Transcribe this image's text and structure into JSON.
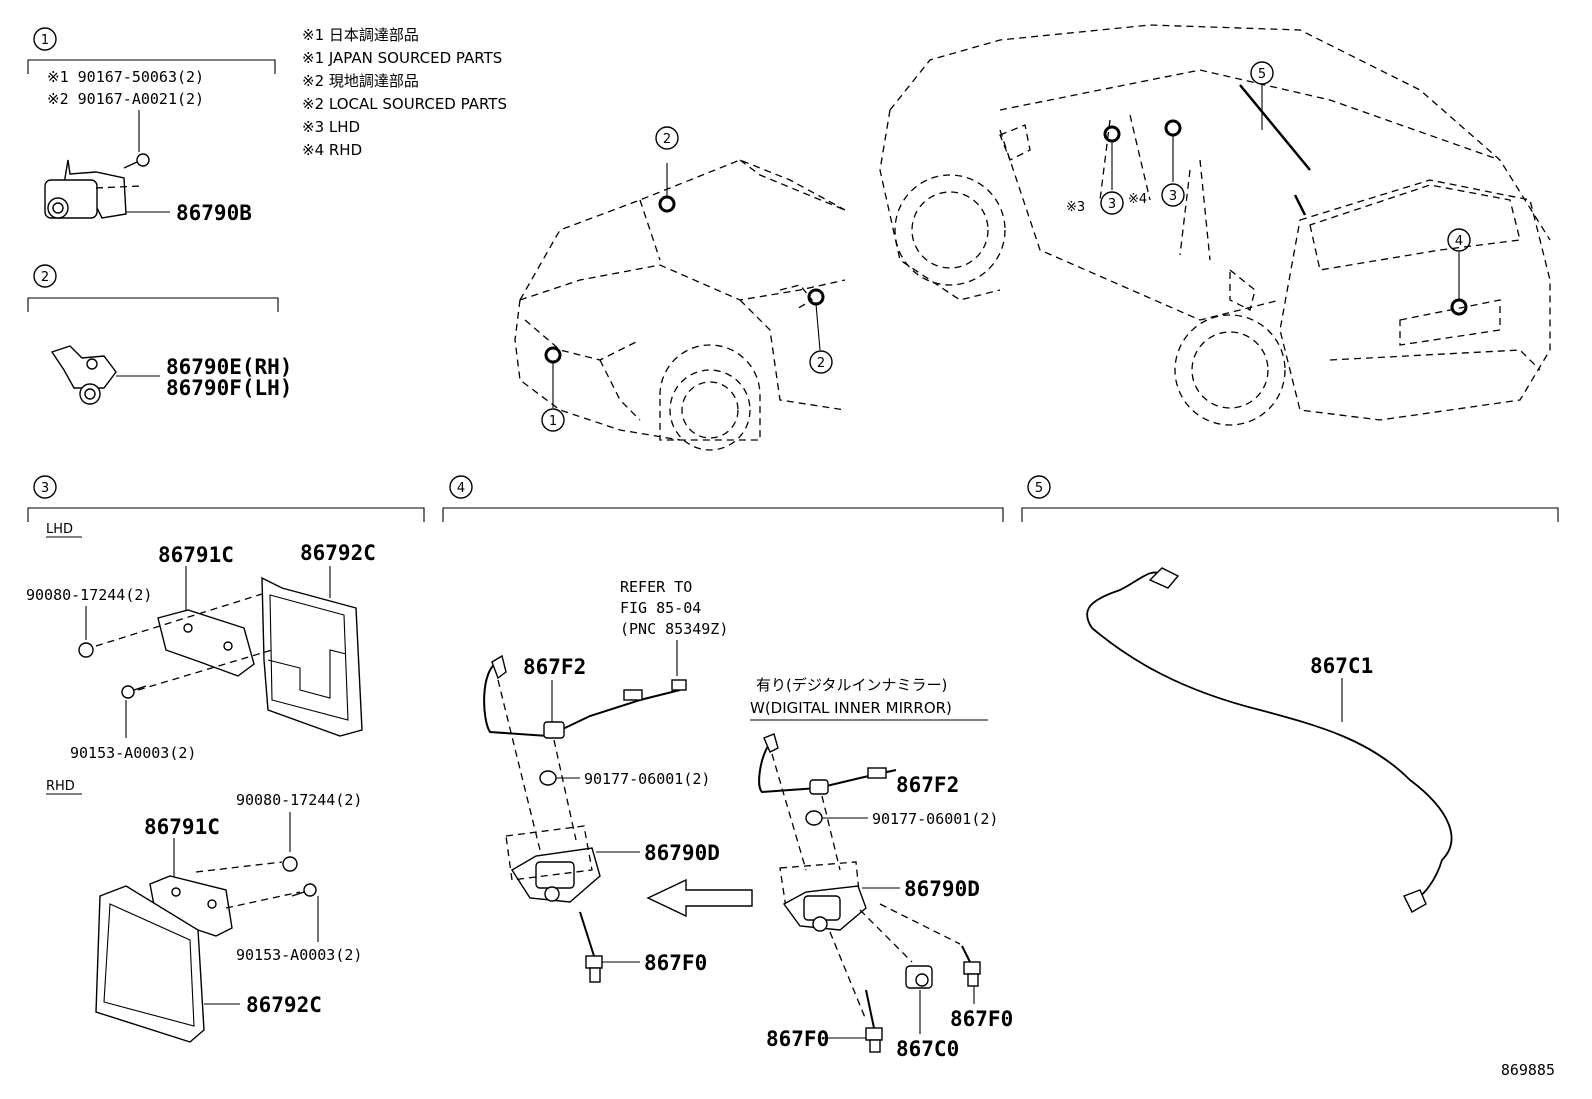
{
  "notes": [
    "※1 日本調達部品",
    "※1 JAPAN SOURCED PARTS",
    "※2 現地調達部品",
    "※2 LOCAL SOURCED PARTS",
    "※3 LHD",
    "※4 RHD"
  ],
  "callout_numbers": [
    "1",
    "2",
    "3",
    "4",
    "5"
  ],
  "note_marks": [
    "※3",
    "※4"
  ],
  "section1": {
    "bolt1": "※1 90167-50063(2)",
    "bolt2": "※2 90167-A0021(2)",
    "part": "86790B"
  },
  "section2": {
    "part_rh": "86790E(RH)",
    "part_lh": "86790F(LH)"
  },
  "section3": {
    "lhd_label": "LHD",
    "rhd_label": "RHD",
    "lhd": {
      "bracket": "86791C",
      "ecu": "86792C",
      "nut": "90080-17244(2)",
      "bolt": "90153-A0003(2)"
    },
    "rhd": {
      "nut": "90080-17244(2)",
      "bracket": "86791C",
      "bolt": "90153-A0003(2)",
      "ecu": "86792C"
    }
  },
  "section4": {
    "refer": [
      "REFER TO",
      "FIG 85-04",
      "(PNC 85349Z)"
    ],
    "left": {
      "harness": "867F2",
      "grommet": "90177-06001(2)",
      "camera": "86790D",
      "screw": "867F0"
    },
    "variant_jp": "有り(デジタルインナミラー)",
    "variant_en": "W(DIGITAL INNER MIRROR)",
    "right": {
      "harness": "867F2",
      "grommet": "90177-06001(2)",
      "camera": "86790D",
      "screw_a": "867F0",
      "screw_b": "867F0",
      "cover": "867C0"
    }
  },
  "section5": {
    "cable": "867C1"
  },
  "figure_id": "869885"
}
